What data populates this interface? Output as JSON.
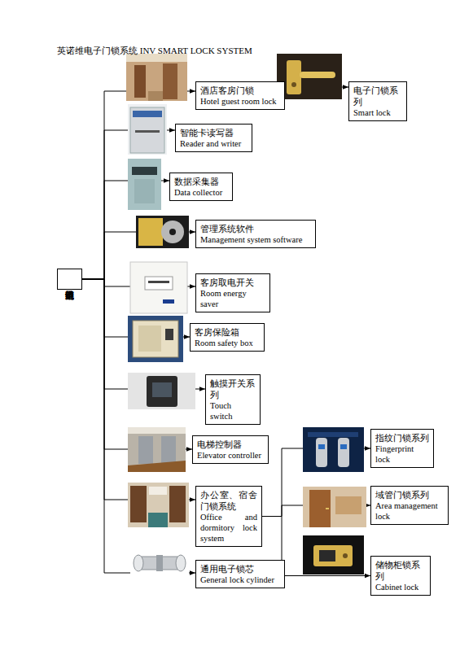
{
  "diagram": {
    "title": "英诺维电子门锁系统 INV SMART LOCK SYSTEM",
    "nodes": [
      {
        "text": [
          "英诺维电子门锁系统"
        ]
      },
      {
        "text": [
          "酒店客房门锁",
          "Hotel guest room lock"
        ]
      },
      {
        "text": [
          "电子门锁系列",
          "Smart lock"
        ]
      },
      {
        "text": [
          "智能卡读写器",
          "Reader and writer"
        ]
      },
      {
        "text": [
          "数据采集器",
          "Data collector"
        ]
      },
      {
        "text": [
          "管理系统软件",
          "Management system software"
        ]
      },
      {
        "text": [
          "客房取电开关",
          "Room energy saver"
        ]
      },
      {
        "text": [
          "客房保险箱",
          "Room safety box"
        ]
      },
      {
        "text": [
          "触摸开关系列",
          "Touch switch"
        ]
      },
      {
        "text": [
          "电梯控制器",
          "Elevator controller"
        ]
      },
      {
        "text": [
          "办公室、宿舍门锁系统",
          "Office and dormitory lock system"
        ]
      },
      {
        "text": [
          "指纹门锁系列",
          "Fingerprint lock"
        ]
      },
      {
        "text": [
          "域管门锁系列",
          "Area management lock"
        ]
      },
      {
        "text": [
          "储物柜锁系列",
          "Cabinet lock"
        ]
      },
      {
        "text": [
          "通用电子锁芯",
          "General lock cylinder"
        ]
      }
    ],
    "edges": [
      {
        "from": 0,
        "to": 1,
        "arrow": "to"
      },
      {
        "from": 1,
        "to": 2,
        "arrow": "to"
      },
      {
        "from": 0,
        "to": 3,
        "arrow": "to"
      },
      {
        "from": 0,
        "to": 4,
        "arrow": "to"
      },
      {
        "from": 0,
        "to": 5,
        "arrow": "to"
      },
      {
        "from": 0,
        "to": 6,
        "arrow": "to"
      },
      {
        "from": 0,
        "to": 7,
        "arrow": "to"
      },
      {
        "from": 0,
        "to": 8,
        "arrow": "to"
      },
      {
        "from": 0,
        "to": 9,
        "arrow": "to"
      },
      {
        "from": 0,
        "to": 10,
        "arrow": "to"
      },
      {
        "from": 10,
        "to": 11,
        "arrow": "to"
      },
      {
        "from": 10,
        "to": 12,
        "arrow": "to"
      },
      {
        "from": 10,
        "to": 13,
        "arrow": "to"
      },
      {
        "from": 0,
        "to": 14,
        "arrow": "to"
      }
    ]
  }
}
